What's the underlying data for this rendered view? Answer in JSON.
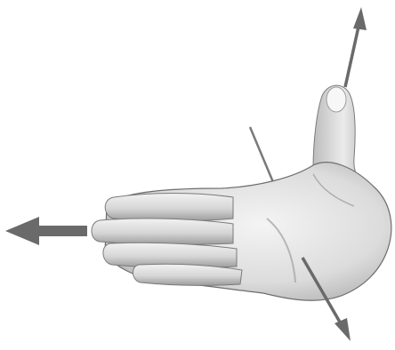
{
  "figure": {
    "subject": "right-hand-rule-hand-icon",
    "colors": {
      "background": "#ffffff",
      "skin_light": "#f0f0f0",
      "skin_mid": "#d2d2d2",
      "skin_shadow": "#9a9a9a",
      "outline": "#6e6e6e",
      "arrow": "#6a6a6a"
    },
    "arrows": [
      {
        "name": "fingers-direction-arrow",
        "style": "thick",
        "direction": "left"
      },
      {
        "name": "thumb-direction-arrow",
        "style": "thin",
        "direction": "up"
      },
      {
        "name": "palm-normal-arrow",
        "style": "thin",
        "direction": "down"
      }
    ],
    "annotations": [
      {
        "name": "pointer-line",
        "style": "thin"
      }
    ]
  }
}
